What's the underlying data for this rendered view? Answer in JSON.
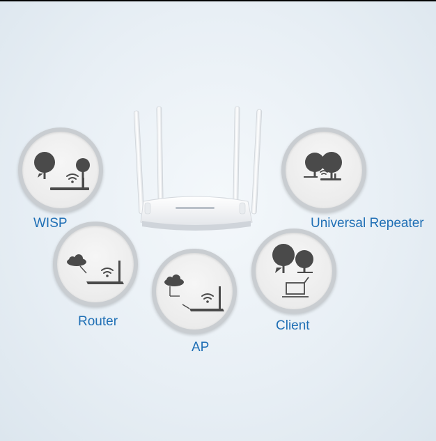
{
  "colors": {
    "label": "#1f6fb5",
    "icon": "#4a4a4a",
    "circle_ring": "#c9cdd1",
    "background": "#e8eff5"
  },
  "modes": [
    {
      "id": "wisp",
      "label": "WISP",
      "icons": [
        "tree-icon",
        "person-icon",
        "wifi-icon",
        "router-icon"
      ]
    },
    {
      "id": "universal-repeater",
      "label": "Universal Repeater",
      "icons": [
        "tree-icon",
        "wifi-icon",
        "router-icon"
      ]
    },
    {
      "id": "router",
      "label": "Router",
      "icons": [
        "cloud-icon",
        "wifi-icon",
        "router-icon"
      ]
    },
    {
      "id": "client",
      "label": "Client",
      "icons": [
        "tree-icon",
        "laptop-icon"
      ]
    },
    {
      "id": "ap",
      "label": "AP",
      "icons": [
        "cloud-icon",
        "wifi-icon",
        "router-icon"
      ]
    }
  ]
}
